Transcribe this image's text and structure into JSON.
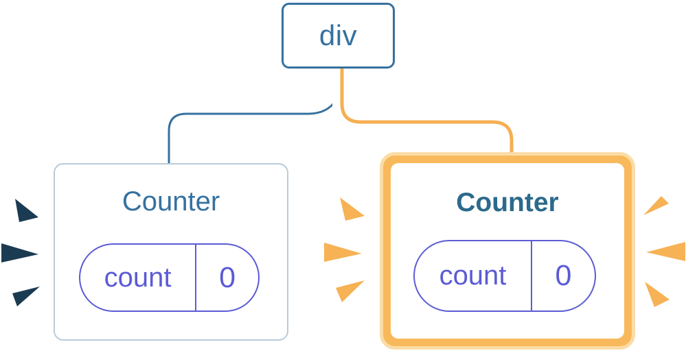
{
  "diagram": {
    "description": "React component tree: a div root with two Counter children; the right Counter is highlighted as updating",
    "root": {
      "label": "div"
    },
    "left_counter": {
      "title": "Counter",
      "state_label": "count",
      "state_value": "0"
    },
    "right_counter": {
      "title": "Counter",
      "state_label": "count",
      "state_value": "0",
      "highlighted": true
    },
    "colors": {
      "node_blue": "#35719F",
      "right_title_blue": "#2B6A8B",
      "state_purple": "#5B5BD6",
      "highlight_orange": "#F8B95C",
      "highlight_orange_light": "#FBDCA6",
      "connector_orange": "#F5AF53",
      "burst_navy": "#1B3B52",
      "burst_orange": "#F6B254",
      "card_border": "#B8CBD9"
    }
  }
}
